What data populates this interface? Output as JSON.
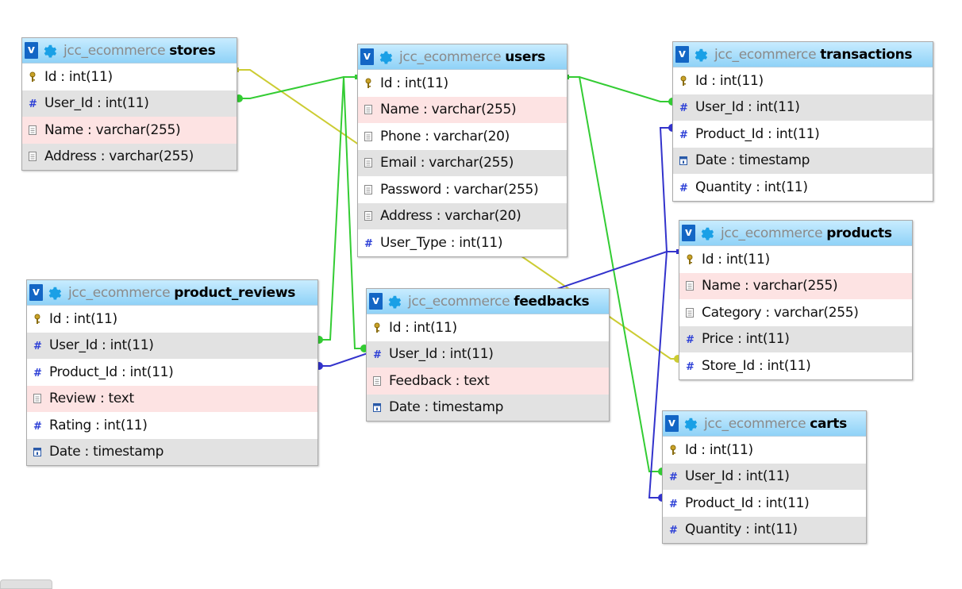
{
  "database": "jcc_ecommerce",
  "colors": {
    "header_top": "#c8ecff",
    "header_bottom": "#8fd2f7",
    "v_button": "#1366c5",
    "row_alt": "#e2e2e2",
    "row_varchar": "#fde3e3",
    "link_green": "#33cc33",
    "link_blue": "#3333cc",
    "link_yellow": "#cccc33"
  },
  "tables": {
    "stores": {
      "name": "stores",
      "columns": [
        {
          "label": "Id : int(11)",
          "icon": "key-icon"
        },
        {
          "label": "User_Id : int(11)",
          "icon": "hash-icon"
        },
        {
          "label": "Name : varchar(255)",
          "icon": "text-icon"
        },
        {
          "label": "Address : varchar(255)",
          "icon": "text-icon"
        }
      ]
    },
    "users": {
      "name": "users",
      "columns": [
        {
          "label": "Id : int(11)",
          "icon": "key-icon"
        },
        {
          "label": "Name : varchar(255)",
          "icon": "text-icon"
        },
        {
          "label": "Phone : varchar(20)",
          "icon": "text-icon"
        },
        {
          "label": "Email : varchar(255)",
          "icon": "text-icon"
        },
        {
          "label": "Password : varchar(255)",
          "icon": "text-icon"
        },
        {
          "label": "Address : varchar(20)",
          "icon": "text-icon"
        },
        {
          "label": "User_Type : int(11)",
          "icon": "hash-icon"
        }
      ]
    },
    "transactions": {
      "name": "transactions",
      "columns": [
        {
          "label": "Id : int(11)",
          "icon": "key-icon"
        },
        {
          "label": "User_Id : int(11)",
          "icon": "hash-icon"
        },
        {
          "label": "Product_Id : int(11)",
          "icon": "hash-icon"
        },
        {
          "label": "Date : timestamp",
          "icon": "calendar-icon"
        },
        {
          "label": "Quantity : int(11)",
          "icon": "hash-icon"
        }
      ]
    },
    "products": {
      "name": "products",
      "columns": [
        {
          "label": "Id : int(11)",
          "icon": "key-icon"
        },
        {
          "label": "Name : varchar(255)",
          "icon": "text-icon"
        },
        {
          "label": "Category : varchar(255)",
          "icon": "text-icon"
        },
        {
          "label": "Price : int(11)",
          "icon": "hash-icon"
        },
        {
          "label": "Store_Id : int(11)",
          "icon": "hash-icon"
        }
      ]
    },
    "product_reviews": {
      "name": "product_reviews",
      "columns": [
        {
          "label": "Id : int(11)",
          "icon": "key-icon"
        },
        {
          "label": "User_Id : int(11)",
          "icon": "hash-icon"
        },
        {
          "label": "Product_Id : int(11)",
          "icon": "hash-icon"
        },
        {
          "label": "Review : text",
          "icon": "text-icon"
        },
        {
          "label": "Rating : int(11)",
          "icon": "hash-icon"
        },
        {
          "label": "Date : timestamp",
          "icon": "calendar-icon"
        }
      ]
    },
    "feedbacks": {
      "name": "feedbacks",
      "columns": [
        {
          "label": "Id : int(11)",
          "icon": "key-icon"
        },
        {
          "label": "User_Id : int(11)",
          "icon": "hash-icon"
        },
        {
          "label": "Feedback : text",
          "icon": "text-icon"
        },
        {
          "label": "Date : timestamp",
          "icon": "calendar-icon"
        }
      ]
    },
    "carts": {
      "name": "carts",
      "columns": [
        {
          "label": "Id : int(11)",
          "icon": "key-icon"
        },
        {
          "label": "User_Id : int(11)",
          "icon": "hash-icon"
        },
        {
          "label": "Product_Id : int(11)",
          "icon": "hash-icon"
        },
        {
          "label": "Quantity : int(11)",
          "icon": "hash-icon"
        }
      ]
    }
  },
  "relations": [
    {
      "from": "stores.User_Id",
      "to": "users.Id",
      "color": "green"
    },
    {
      "from": "product_reviews.User_Id",
      "to": "users.Id",
      "color": "green"
    },
    {
      "from": "feedbacks.User_Id",
      "to": "users.Id",
      "color": "green"
    },
    {
      "from": "transactions.User_Id",
      "to": "users.Id",
      "color": "green"
    },
    {
      "from": "carts.User_Id",
      "to": "users.Id",
      "color": "green"
    },
    {
      "from": "products.Store_Id",
      "to": "stores.Id",
      "color": "yellow"
    },
    {
      "from": "product_reviews.Product_Id",
      "to": "products.Id",
      "color": "blue"
    },
    {
      "from": "transactions.Product_Id",
      "to": "products.Id",
      "color": "blue"
    },
    {
      "from": "carts.Product_Id",
      "to": "products.Id",
      "color": "blue"
    }
  ]
}
